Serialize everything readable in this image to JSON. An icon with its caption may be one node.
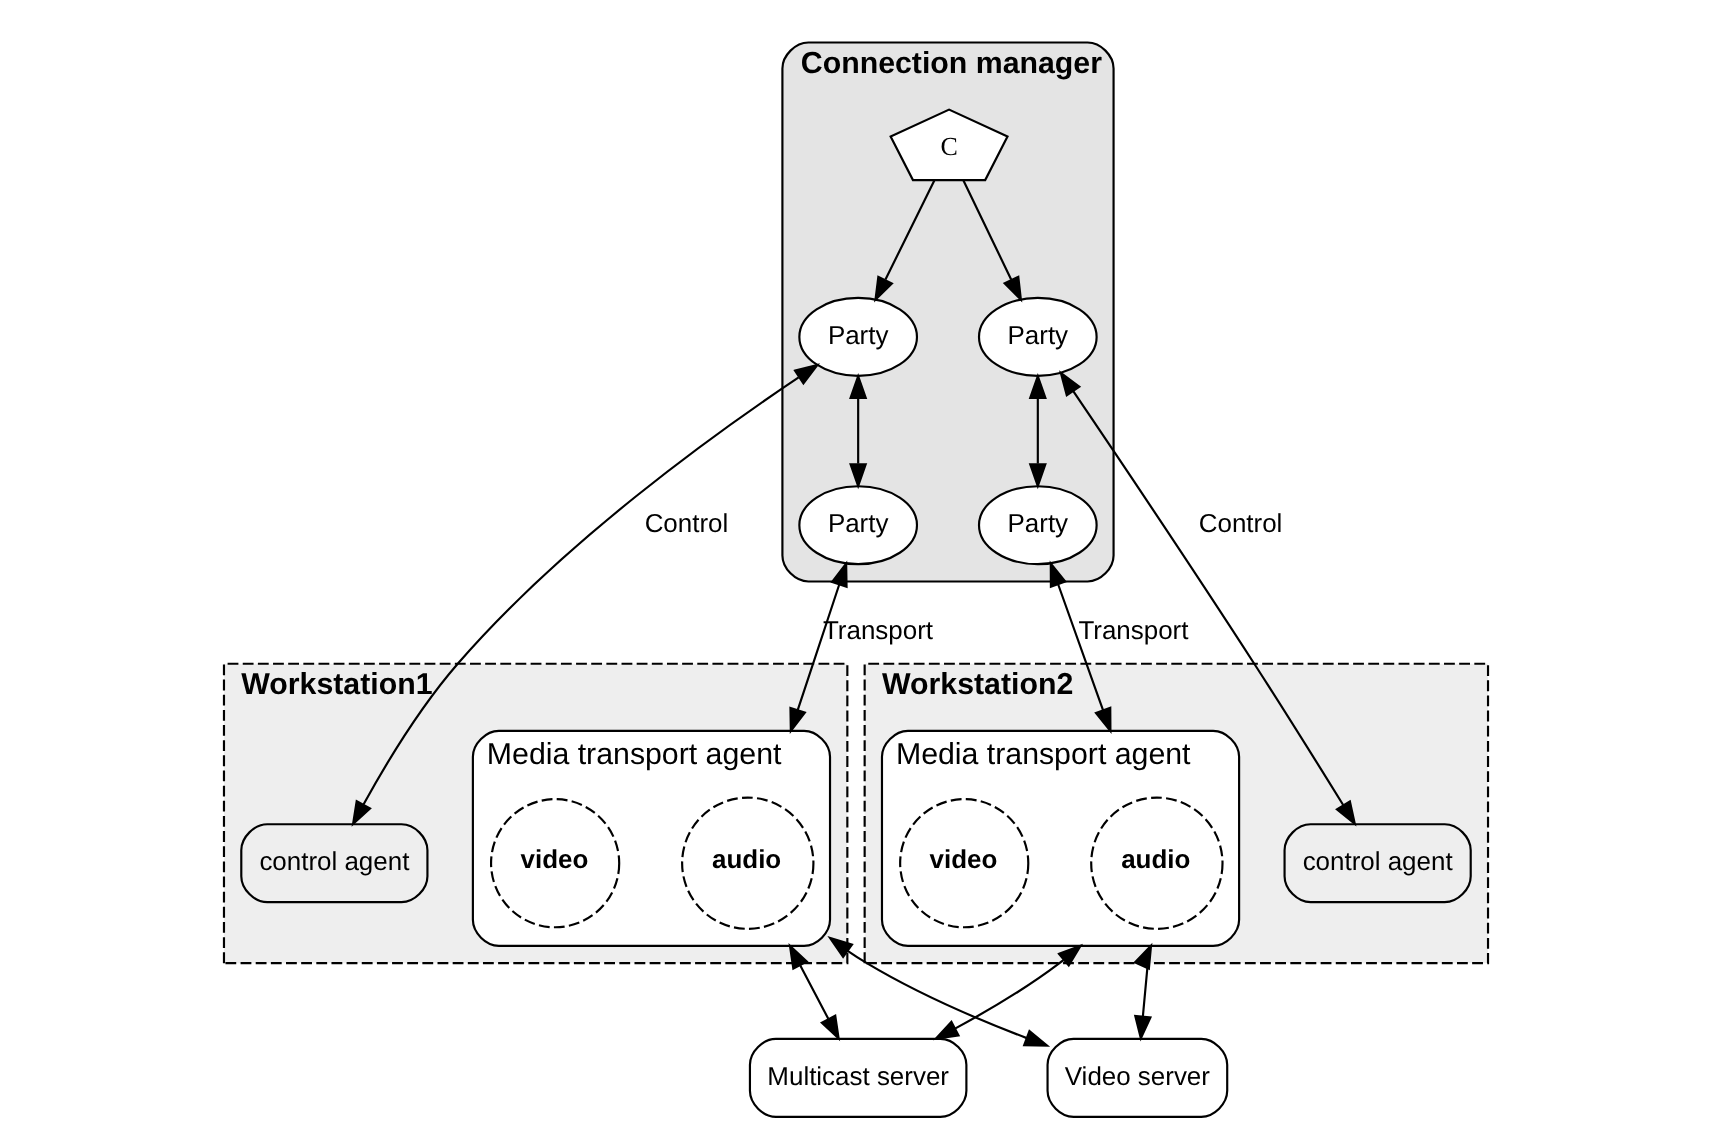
{
  "diagram": {
    "nodes": [
      {
        "text": [
          "Connection manager"
        ]
      },
      {
        "text": [
          "Party"
        ],
        "in": 0
      },
      {
        "text": [
          "Party"
        ],
        "in": 0
      },
      {
        "text": [
          "C"
        ],
        "in": 0
      },
      {
        "text": [
          "Party"
        ],
        "in": 0
      },
      {
        "text": [
          "Party"
        ],
        "in": 0
      },
      {
        "text": [
          "Workstation1"
        ]
      },
      {
        "text": [
          "control agent"
        ],
        "in": 6
      },
      {
        "text": [
          "Media transport agent"
        ],
        "in": 6
      },
      {
        "text": [
          "audio"
        ],
        "in": 8
      },
      {
        "text": [
          "video"
        ],
        "in": 8
      },
      {
        "text": [
          "Workstation2"
        ]
      },
      {
        "text": [
          "Media transport agent"
        ],
        "in": 11
      },
      {
        "text": [
          "audio"
        ],
        "in": 12
      },
      {
        "text": [
          "video"
        ],
        "in": 12
      },
      {
        "text": [
          "control agent"
        ],
        "in": 11
      },
      {
        "text": [
          "Multicast server"
        ]
      },
      {
        "text": [
          "Video server"
        ]
      }
    ],
    "edges": [
      {
        "from": 1,
        "to": 2,
        "arrow": "both"
      },
      {
        "from": 3,
        "to": 1,
        "arrow": "to"
      },
      {
        "from": 3,
        "to": 4,
        "arrow": "to"
      },
      {
        "from": 4,
        "to": 5,
        "arrow": "both"
      },
      {
        "from": 1,
        "to": 7,
        "arrow": "both",
        "label": "Control"
      },
      {
        "from": 2,
        "to": 8,
        "arrow": "both",
        "label": "Transport"
      },
      {
        "from": 5,
        "to": 12,
        "arrow": "both",
        "label": "Transport"
      },
      {
        "from": 4,
        "to": 15,
        "arrow": "both",
        "label": "Control"
      },
      {
        "from": 8,
        "to": 16,
        "arrow": "both"
      },
      {
        "from": 8,
        "to": 17,
        "arrow": "both"
      },
      {
        "from": 12,
        "to": 16,
        "arrow": "both"
      },
      {
        "from": 12,
        "to": 17,
        "arrow": "both"
      }
    ]
  }
}
